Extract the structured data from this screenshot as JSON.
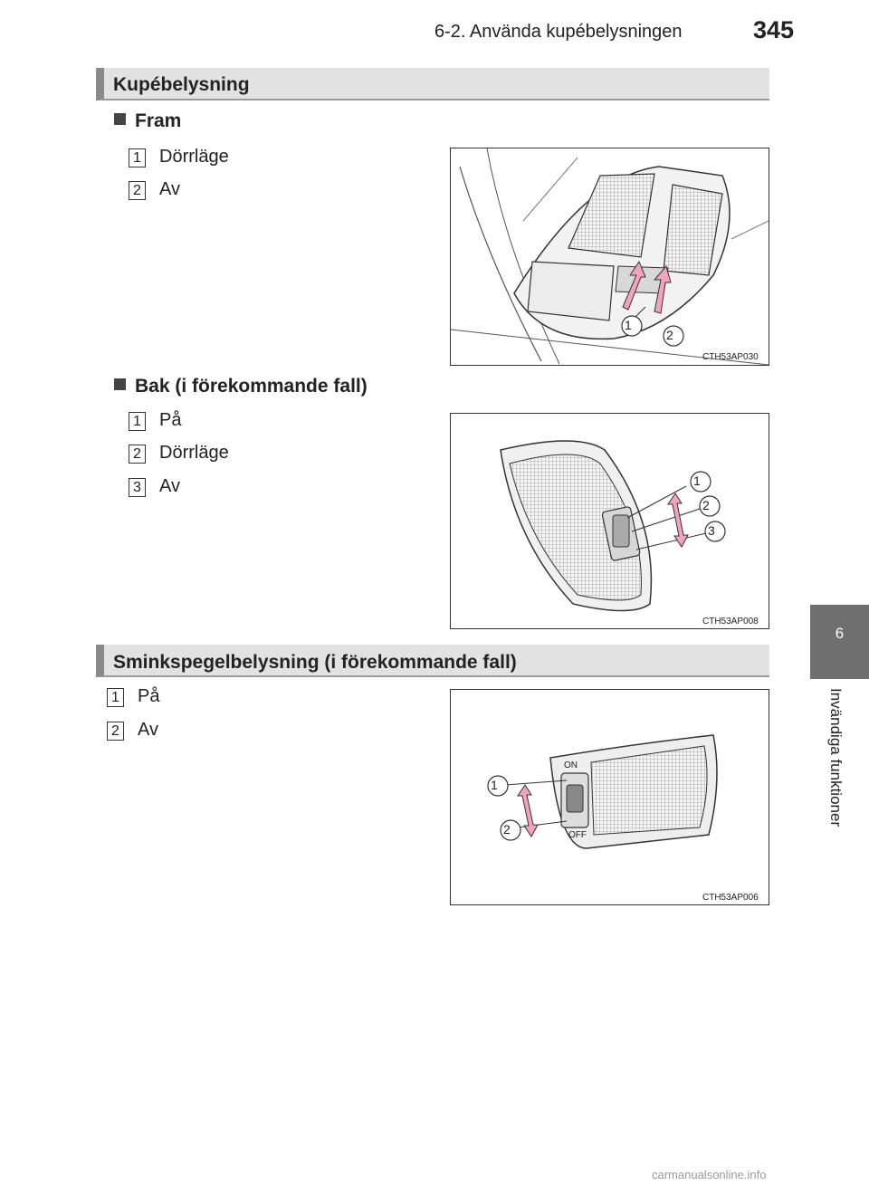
{
  "header": {
    "section": "6-2. Använda kupébelysningen",
    "page_number": "345"
  },
  "side_tab": {
    "chapter_number": "6",
    "chapter_title": "Invändiga funktioner"
  },
  "sections": {
    "interior": {
      "title": "Kupébelysning",
      "front": {
        "heading": "Fram",
        "items": [
          {
            "num": "1",
            "text": "Dörrläge"
          },
          {
            "num": "2",
            "text": "Av"
          }
        ],
        "figure": {
          "code": "CTH53AP030",
          "callouts": [
            "1",
            "2"
          ]
        }
      },
      "rear": {
        "heading": "Bak (i förekommande fall)",
        "items": [
          {
            "num": "1",
            "text": "På"
          },
          {
            "num": "2",
            "text": "Dörrläge"
          },
          {
            "num": "3",
            "text": "Av"
          }
        ],
        "figure": {
          "code": "CTH53AP008",
          "callouts": [
            "1",
            "2",
            "3"
          ]
        }
      }
    },
    "vanity": {
      "title": "Sminkspegelbelysning (i förekommande fall)",
      "items": [
        {
          "num": "1",
          "text": "På"
        },
        {
          "num": "2",
          "text": "Av"
        }
      ],
      "figure": {
        "code": "CTH53AP006",
        "callouts": [
          "1",
          "2"
        ],
        "labels": {
          "on": "ON",
          "off": "OFF"
        }
      }
    }
  },
  "footer": {
    "watermark": "carmanualsonline.info"
  },
  "colors": {
    "arrow_pink": "#f2a3c0",
    "tab_gray": "#6f6f6f",
    "bar_gray": "#e2e2e2"
  }
}
